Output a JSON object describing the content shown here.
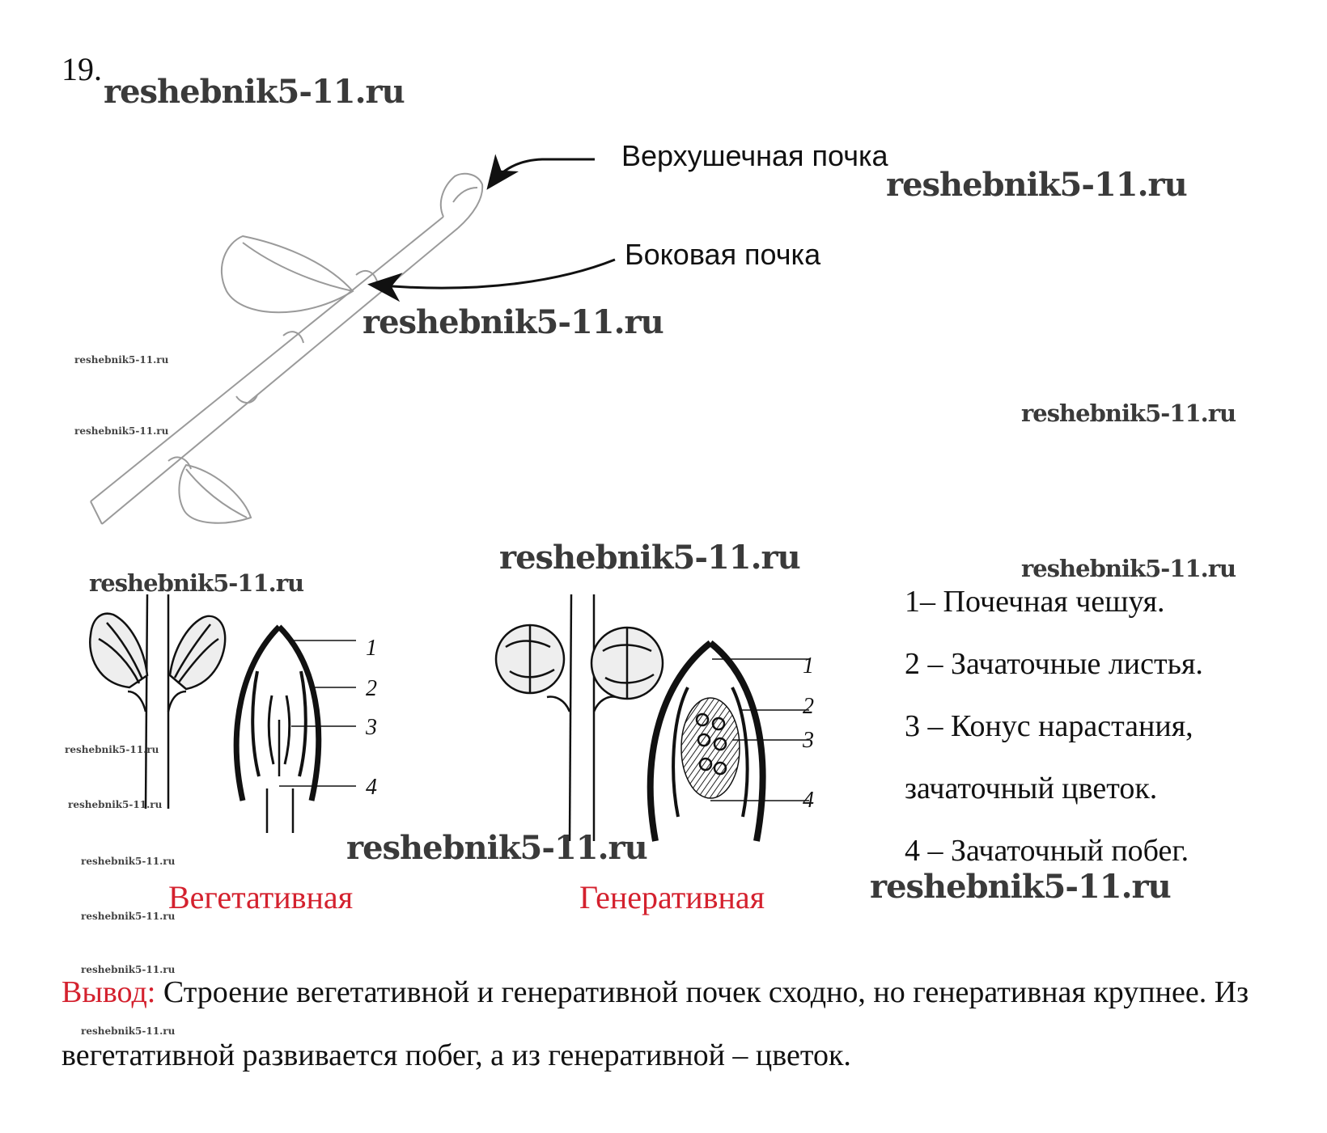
{
  "task_number": "19.",
  "watermark": "reshebnik5-11.ru",
  "shoot_labels": {
    "apical_bud": "Верхушечная почка",
    "lateral_bud": "Боковая почка"
  },
  "diagram_numbers": [
    "1",
    "2",
    "3",
    "4"
  ],
  "legend": [
    "1– Почечная чешуя.",
    "2 – Зачаточные листья.",
    "3 – Конус нарастания,",
    "зачаточный цветок.",
    "4 – Зачаточный побег."
  ],
  "captions": {
    "vegetative": "Вегетативная",
    "generative": "Генеративная"
  },
  "conclusion": {
    "lead": "Вывод:",
    "text": " Строение вегетативной и генеративной почек сходно, но генеративная крупнее. Из вегетативной развивается побег, а из генеративной – цветок."
  },
  "colors": {
    "accent_red": "#d4212e",
    "watermark_gray": "#3a3a3a"
  }
}
